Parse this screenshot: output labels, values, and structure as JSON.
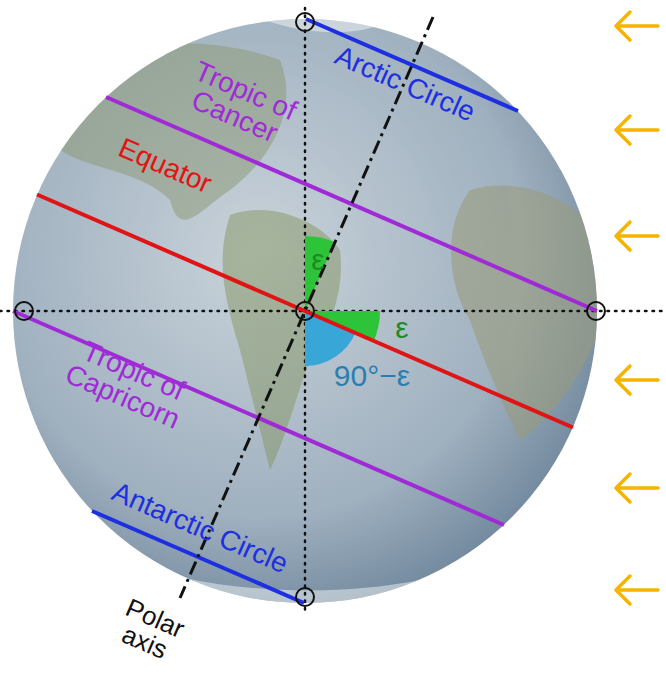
{
  "diagram": {
    "labels": [
      "Arctic Circle",
      "Tropic of Cancer",
      "Equator",
      "ε",
      "ε",
      "90°−ε",
      "Tropic of Capricorn",
      "Antarctic Circle",
      "Polar axis"
    ]
  }
}
